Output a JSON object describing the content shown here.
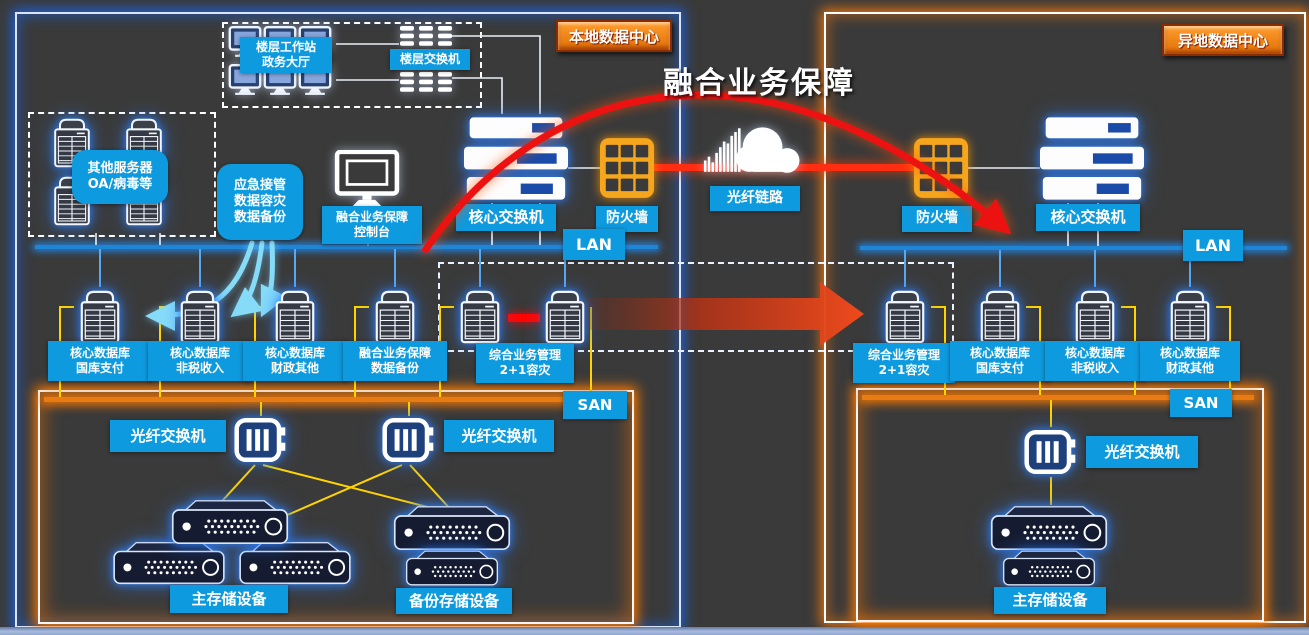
{
  "headline": "融合业务保障",
  "local": {
    "badge": "本地数据中心",
    "floor_workstation_label": "楼层工作站\n政务大厅",
    "floor_switch_label": "楼层交换机",
    "other_servers_label": "其他服务器\nOA/病毒等",
    "emergency_label": "应急接管\n数据容灾\n数据备份",
    "console_label": "融合业务保障\n控制台",
    "core_switch_label": "核心交换机",
    "firewall_label": "防火墙",
    "lan_label": "LAN",
    "san_label": "SAN",
    "server_labels": [
      "核心数据库\n国库支付",
      "核心数据库\n非税收入",
      "核心数据库\n财政其他",
      "融合业务保障\n数据备份",
      "综合业务管理\n2+1容灾"
    ],
    "fiber_switch_label_1": "光纤交换机",
    "fiber_switch_label_2": "光纤交换机",
    "main_storage_label": "主存储设备",
    "backup_storage_label": "备份存储设备"
  },
  "interlink": {
    "fiber_link_label": "光纤链路"
  },
  "remote": {
    "badge": "异地数据中心",
    "firewall_label": "防火墙",
    "core_switch_label": "核心交换机",
    "lan_label": "LAN",
    "san_label": "SAN",
    "server_labels": [
      "综合业务管理\n2+1容灾",
      "核心数据库\n国库支付",
      "核心数据库\n非税收入",
      "核心数据库\n财政其他"
    ],
    "fiber_switch_label": "光纤交换机",
    "main_storage_label": "主存储设备"
  },
  "icons": [
    "workstation-monitor-icon",
    "floor-switch-icon",
    "server-icon",
    "console-monitor-icon",
    "core-switch-icon",
    "firewall-icon",
    "cloud-fiber-link-icon",
    "fiber-switch-icon",
    "storage-unit-icon"
  ],
  "colors": {
    "label_blue": "#0e9ade",
    "badge_orange": "#ef7c17",
    "lan_blue": "#1f86d6",
    "san_orange": "#e87c12",
    "line_yellow": "#ffd400",
    "arrow_red": "#ec1212",
    "glow_blue": "#2b7fff",
    "glow_orange": "#ff8c00"
  }
}
